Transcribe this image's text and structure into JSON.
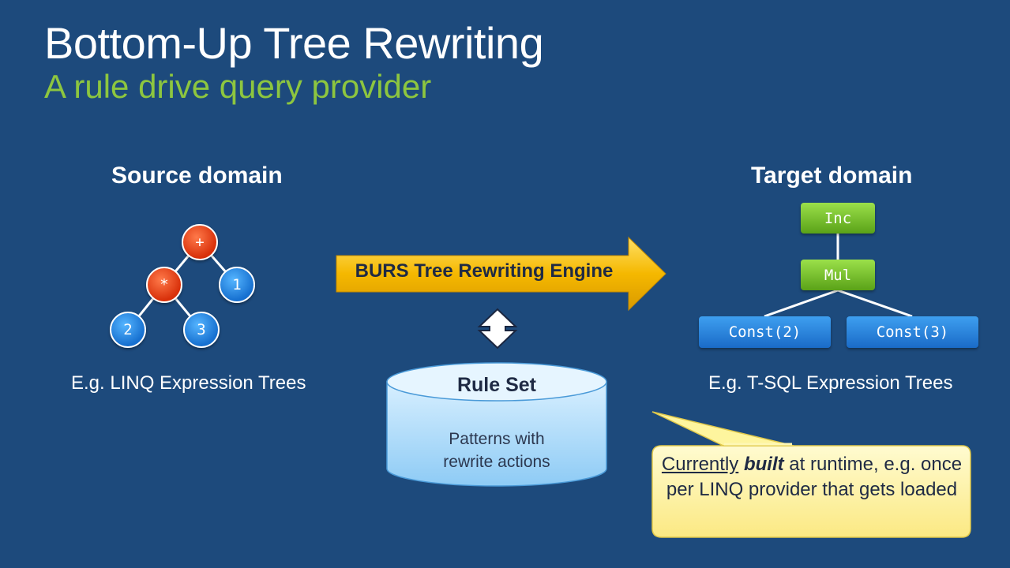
{
  "title": "Bottom-Up Tree Rewriting",
  "subtitle": "A rule drive query provider",
  "source": {
    "heading": "Source domain",
    "caption": "E.g. LINQ Expression Trees",
    "nodes": {
      "plus": "+",
      "mul": "*",
      "one": "1",
      "two": "2",
      "three": "3"
    }
  },
  "target": {
    "heading": "Target domain",
    "caption": "E.g. T-SQL Expression Trees",
    "nodes": {
      "inc": "Inc",
      "mul": "Mul",
      "const2": "Const(2)",
      "const3": "Const(3)"
    }
  },
  "engine": {
    "label": "BURS Tree Rewriting Engine"
  },
  "ruleset": {
    "title": "Rule Set",
    "line1": "Patterns with",
    "line2": "rewrite actions"
  },
  "callout": {
    "part1": "Currently",
    "part2": "built",
    "part3": " at runtime, e.g. once per LINQ provider that gets loaded"
  },
  "colors": {
    "background": "#1d4a7c",
    "subtitle": "#8dc63f",
    "red_node": "#e0400f",
    "blue_node": "#1a78d8",
    "green_box": "#76c22c",
    "arrow": "#f5b800",
    "callout": "#fdf39a"
  }
}
